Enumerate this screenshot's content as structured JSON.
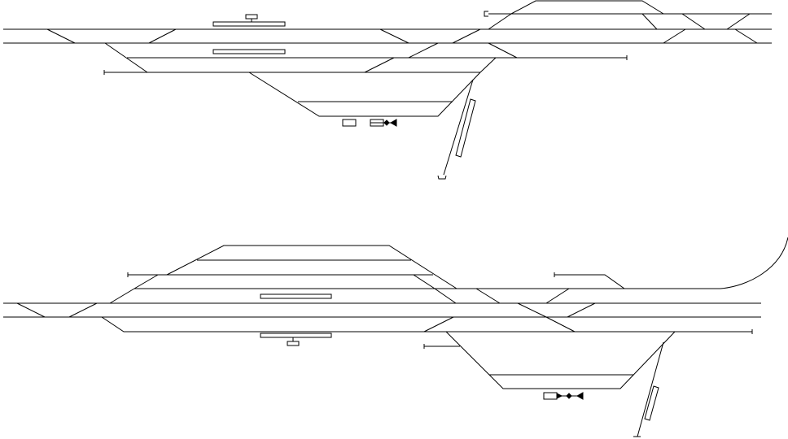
{
  "diagram": {
    "kind": "railway-station-track-layout",
    "line_color": "#000000",
    "background": "#ffffff",
    "layouts": [
      {
        "label": "",
        "position": "top"
      },
      {
        "label": "",
        "position": "bottom"
      }
    ]
  }
}
